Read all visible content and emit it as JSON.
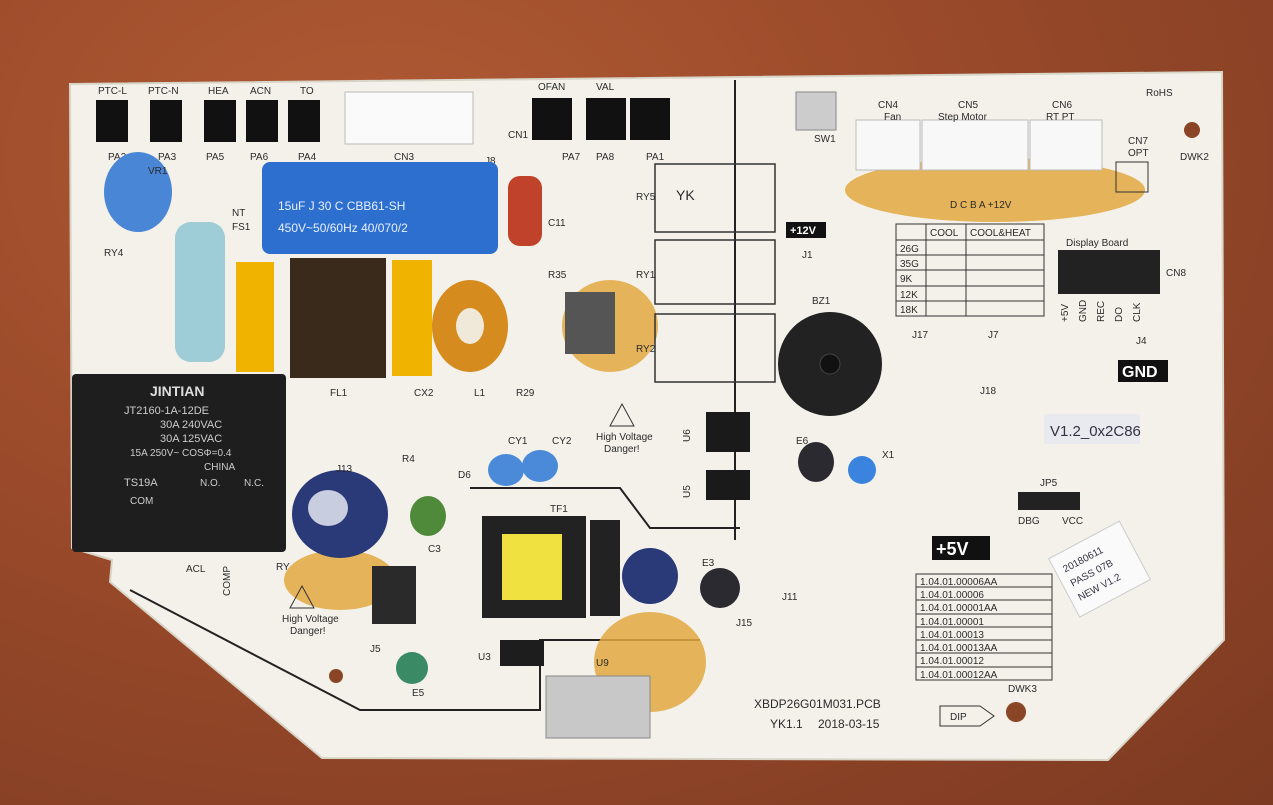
{
  "board": {
    "rohs": "RoHS",
    "pcb_name": "XBDP26G01M031.PCB",
    "pcb_rev": "YK1.1",
    "pcb_date": "2018-03-15",
    "version_sticker": "V1.2_0x2C86",
    "qc_sticker": [
      "20180611",
      "PASS 07B",
      "NEW V1.2"
    ],
    "dip_label": "DIP",
    "dwk2": "DWK2",
    "dwk3": "DWK3"
  },
  "top_connectors": {
    "labels_top": [
      "PTC-L",
      "PTC-N",
      "HEA",
      "ACN",
      "TO"
    ],
    "labels_bottom": [
      "PA2",
      "PA3",
      "PA5",
      "PA6",
      "PA4"
    ],
    "cn3": "CN3",
    "j8": "J8",
    "ofan": "OFAN",
    "val": "VAL",
    "cn1": "CN1",
    "labels_bottom2": [
      "PA7",
      "PA8",
      "PA1"
    ]
  },
  "right_connectors": {
    "cn4": "CN4",
    "cn4_sub": "Fan",
    "cn5": "CN5",
    "cn5_sub": "Step Motor",
    "cn6": "CN6",
    "cn6_sub": "RT      PT",
    "cn7": "CN7",
    "cn7_sub": "OPT",
    "sw1": "SW1",
    "pins": "D C B A +12V",
    "display_board": "Display Board",
    "cn8": "CN8",
    "cn8_pins": [
      "+5V",
      "GND",
      "REC",
      "DO",
      "CLK"
    ],
    "plus12": "+12V",
    "plus5": "+5V",
    "gnd": "GND"
  },
  "config_table": {
    "headers": [
      "",
      "COOL",
      "COOL&HEAT"
    ],
    "rows": [
      "26G",
      "35G",
      "9K",
      "12K",
      "18K"
    ]
  },
  "part_table": {
    "rows": [
      "1.04.01.00006AA",
      "1.04.01.00006",
      "1.04.01.00001AA",
      "1.04.01.00001",
      "1.04.01.00013",
      "1.04.01.00013AA",
      "1.04.01.00012",
      "1.04.01.00012AA"
    ]
  },
  "relay": {
    "brand": "JINTIAN",
    "model": "JT2160-1A-12DE",
    "rating1": "30A 240VAC",
    "rating2": "30A 125VAC",
    "rating3": "15A 250V~ COSΦ=0.4",
    "origin": "CHINA",
    "code": "TS19A",
    "no1": "N.O.",
    "no2": "N.C.",
    "com": "COM"
  },
  "capacitor_x": {
    "line1": "15uF J 30 C  CBB61-SH",
    "line2": "450V~50/60Hz 40/070/2"
  },
  "designators": {
    "ry1": "RY1",
    "ry2": "RY2",
    "ry4": "RY4",
    "ry5": "RY5",
    "yk": "YK",
    "fl1": "FL1",
    "cx2": "CX2",
    "l1": "L1",
    "r29": "R29",
    "r35": "R35",
    "c11": "C11",
    "vr1": "VR1",
    "fs1": "FS1",
    "nt": "NT",
    "bz1": "BZ1",
    "j1": "J1",
    "j17": "J17",
    "j7": "J7",
    "j4": "J4",
    "j18": "J18",
    "j13": "J13",
    "r4": "R4",
    "d6": "D6",
    "cy1": "CY1",
    "cy2": "CY2",
    "tf1": "TF1",
    "u6": "U6",
    "u5": "U5",
    "e6": "E6",
    "x1": "X1",
    "jp5": "JP5",
    "dbg": "DBG",
    "vcc": "VCC",
    "e3": "E3",
    "j11": "J11",
    "j15": "J15",
    "u3": "U3",
    "u9": "U9",
    "j5": "J5",
    "e5": "E5",
    "c3": "C3",
    "acl": "ACL",
    "comp": "COMP",
    "ry": "RY"
  },
  "warnings": {
    "hv1": "High Voltage",
    "hv1b": "Danger!",
    "hv2": "High Voltage",
    "hv2b": "Danger!"
  }
}
